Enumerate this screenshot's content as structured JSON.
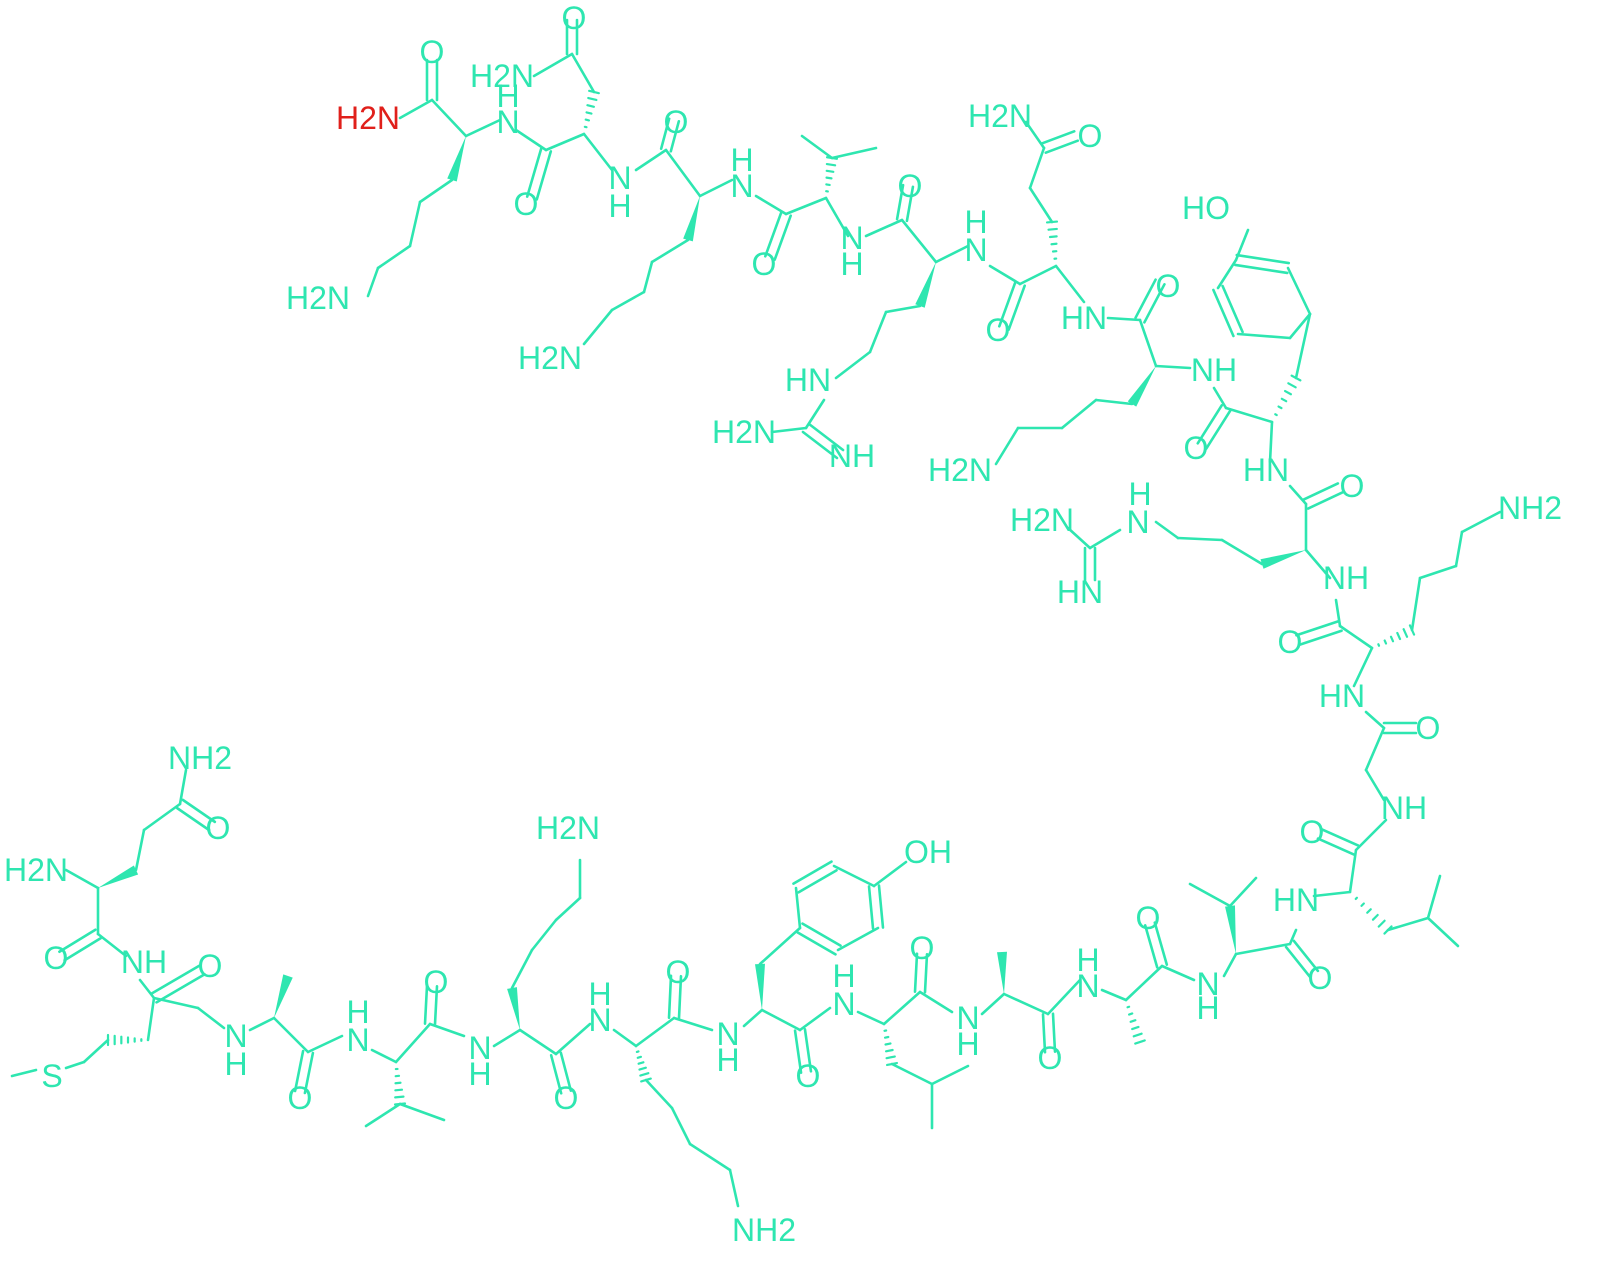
{
  "colors": {
    "bond": "#2ee6b0",
    "highlight_atom": "#e0201b",
    "background": "#ffffff"
  },
  "labels": {
    "nh2_terminal": "H2N",
    "o": "O",
    "nh": "NH",
    "hn": "HN",
    "n": "N",
    "h": "H",
    "h2n": "H2N",
    "hnh2": "NH2",
    "oh": "OH",
    "ho": "HO",
    "s": "S"
  }
}
